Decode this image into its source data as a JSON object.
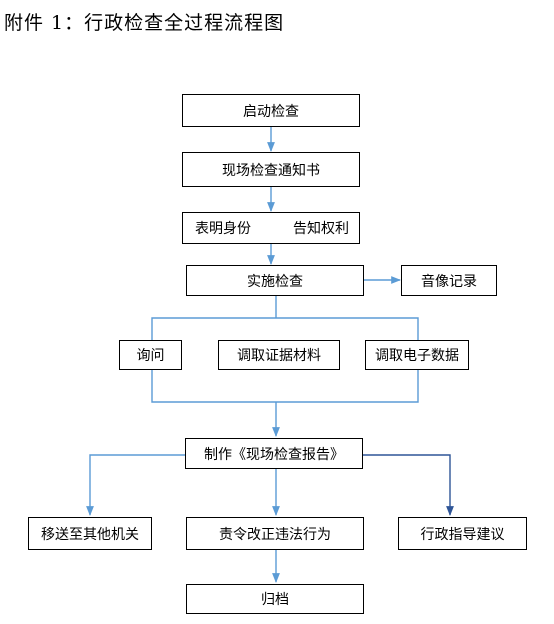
{
  "title": "附件 1：行政检查全过程流程图",
  "nodes": {
    "start": "启动检查",
    "notice": "现场检查通知书",
    "identity_left": "表明身份",
    "identity_right": "告知权利",
    "inspect": "实施检查",
    "record": "音像记录",
    "inquiry": "询问",
    "evidence": "调取证据材料",
    "edata": "调取电子数据",
    "report": "制作《现场检查报告》",
    "transfer": "移送至其他机关",
    "correct": "责令改正违法行为",
    "guidance": "行政指导建议",
    "archive": "归档"
  },
  "colors": {
    "connector": "#5b9bd5",
    "box_border": "#000000"
  }
}
